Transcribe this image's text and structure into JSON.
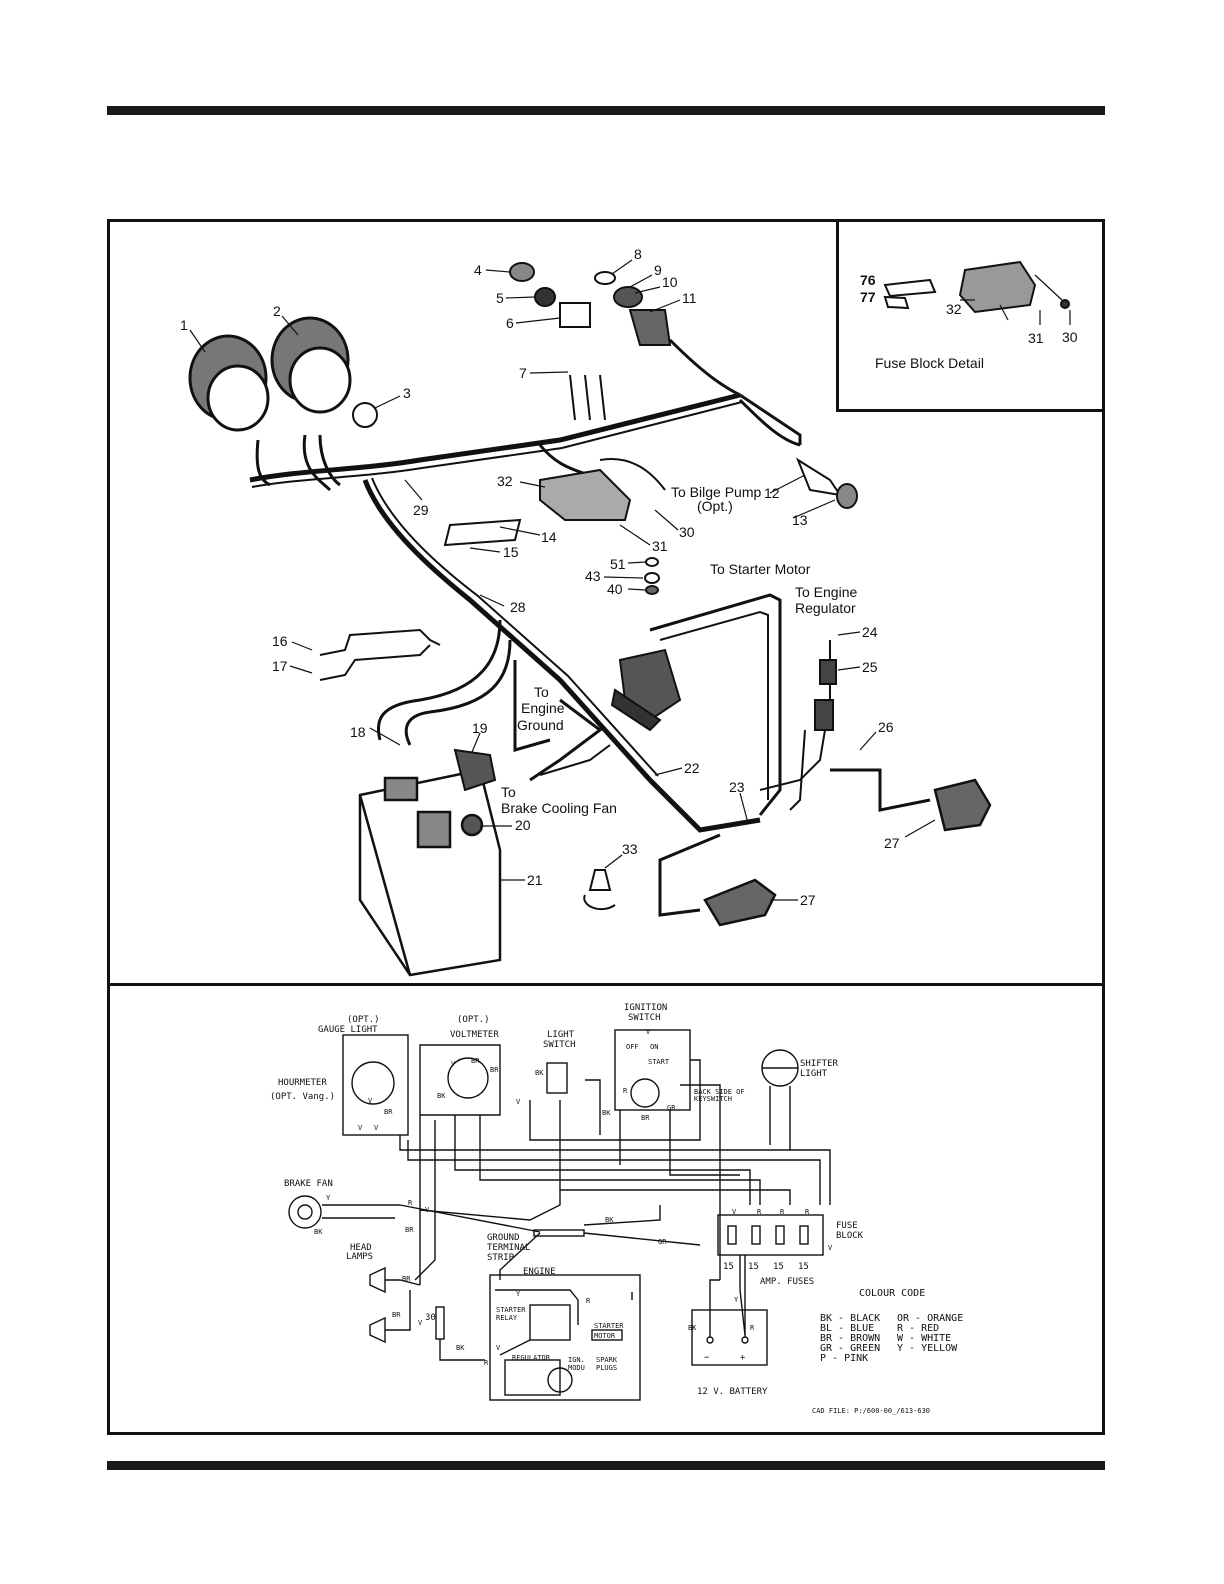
{
  "harness": {
    "callouts": {
      "c1": "1",
      "c2": "2",
      "c3": "3",
      "c4": "4",
      "c5": "5",
      "c6": "6",
      "c7": "7",
      "c8": "8",
      "c9": "9",
      "c10": "10",
      "c11": "11",
      "c12": "12",
      "c13": "13",
      "c14": "14",
      "c15": "15",
      "c16": "16",
      "c17": "17",
      "c18": "18",
      "c19": "19",
      "c20": "20",
      "c21": "21",
      "c22": "22",
      "c23": "23",
      "c24": "24",
      "c25": "25",
      "c26": "26",
      "c27a": "27",
      "c27b": "27",
      "c28": "28",
      "c29": "29",
      "c30": "30",
      "c31": "31",
      "c32": "32",
      "c33": "33",
      "c40": "40",
      "c43": "43",
      "c51": "51"
    },
    "notes": {
      "bilge_1": "To Bilge Pump",
      "bilge_2": "(Opt.)",
      "starter_motor": "To Starter Motor",
      "engine_reg_1": "To Engine",
      "engine_reg_2": "Regulator",
      "engine_ground_1": "To",
      "engine_ground_2": "Engine",
      "engine_ground_3": "Ground",
      "brake_fan_1": "To",
      "brake_fan_2": "Brake Cooling Fan"
    }
  },
  "fuse_detail": {
    "title": "Fuse Block Detail",
    "callouts": {
      "c76": "76",
      "c77": "77",
      "c32": "32",
      "c31": "31",
      "c30": "30"
    }
  },
  "schematic": {
    "gauge_light_1": "(OPT.)",
    "gauge_light_2": "GAUGE LIGHT",
    "voltmeter_1": "(OPT.)",
    "voltmeter_2": "VOLTMETER",
    "light_switch_1": "LIGHT",
    "light_switch_2": "SWITCH",
    "ignition_1": "IGNITION",
    "ignition_2": "SWITCH",
    "key_off": "OFF",
    "key_on": "ON",
    "key_start": "START",
    "key_back_1": "BACK SIDE OF",
    "key_back_2": "KEYSWITCH",
    "shifter_1": "SHIFTER",
    "shifter_2": "LIGHT",
    "hourmeter_1": "HOURMETER",
    "hourmeter_2": "(OPT. Vang.)",
    "brake_fan": "BRAKE FAN",
    "head_lamps_1": "HEAD",
    "head_lamps_2": "LAMPS",
    "ground_strip_1": "GROUND",
    "ground_strip_2": "TERMINAL",
    "ground_strip_3": "STRIP",
    "fuse_block_1": "FUSE",
    "fuse_block_2": "BLOCK",
    "fuse_values": [
      "15",
      "15",
      "15",
      "15"
    ],
    "amp_fuses": "AMP. FUSES",
    "engine": "ENGINE",
    "starter_relay_1": "STARTER",
    "starter_relay_2": "RELAY",
    "starter_motor_1": "STARTER",
    "starter_motor_2": "MOTOR",
    "regulator": "REGULATOR",
    "ign_module_1": "IGN.",
    "ign_module_2": "MODU",
    "spark_1": "SPARK",
    "spark_2": "PLUGS",
    "battery": "12 V. BATTERY",
    "minus": "−",
    "plus": "+",
    "fuse_30": "30",
    "cad_file": "CAD FILE: P:/600-00_/613-630",
    "wire_labels": {
      "w_br1": "BR",
      "w_br2": "BR",
      "w_br3": "BR",
      "w_br4": "BR",
      "w_br5": "BR",
      "w_br6": "BR",
      "w_br7": "BR",
      "w_bk1": "BK",
      "w_bk2": "BK",
      "w_bk3": "BK",
      "w_bk4": "BK",
      "w_bk5": "BK",
      "w_bk6": "BK",
      "w_bk7": "BK",
      "w_v1": "V",
      "w_v2": "V",
      "w_v3": "V",
      "w_v4": "V",
      "w_v5": "V",
      "w_v6": "V",
      "w_v7": "V",
      "w_v8": "V",
      "w_v9": "V",
      "w_v10": "V",
      "w_v11": "V",
      "w_r1": "R",
      "w_r2": "R",
      "w_r3": "R",
      "w_r4": "R",
      "w_r5": "R",
      "w_r6": "R",
      "w_r7": "R",
      "w_r8": "R",
      "w_gr1": "GR",
      "w_gr2": "GR",
      "w_y1": "Y",
      "w_y2": "Y",
      "w_y3": "Y"
    }
  },
  "colour_code": {
    "title": "COLOUR CODE",
    "rows": [
      [
        "BK - BLACK",
        "OR - ORANGE"
      ],
      [
        "BL - BLUE",
        "R - RED"
      ],
      [
        "BR - BROWN",
        "W - WHITE"
      ],
      [
        "GR - GREEN",
        "Y - YELLOW"
      ],
      [
        "P - PINK",
        ""
      ]
    ]
  }
}
